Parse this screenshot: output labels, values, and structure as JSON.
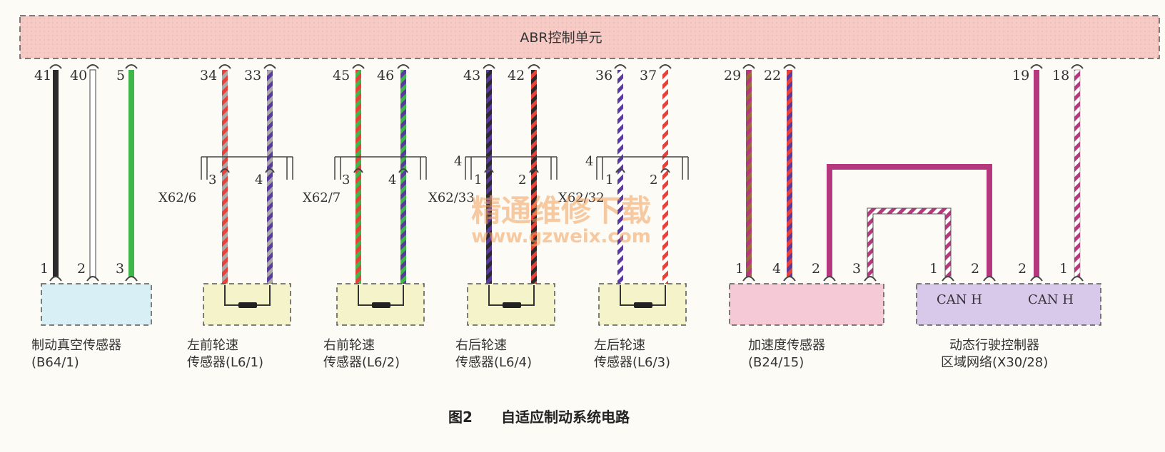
{
  "control_unit": {
    "label": "ABR控制单元"
  },
  "figure": {
    "number": "图2",
    "title": "自适应制动系统电路"
  },
  "watermark": {
    "text": "精通维修下载",
    "url": "www.gzweix.com"
  },
  "colors": {
    "unit_box": "#f6cbc6",
    "black": "#2b2b2b",
    "white": "#ffffff",
    "green": "#3fb54a",
    "red": "#e8413a",
    "purple": "#5b3aa0",
    "gray": "#a8a8a8",
    "magenta": "#b5387f",
    "brown": "#9c6b3a",
    "vacuum_box": "#d8f0f5",
    "wheel_box": "#f5f3c9",
    "accel_box": "#f5c9d5",
    "can_box": "#d8c8ea"
  },
  "pins": {
    "vacuum": [
      "41",
      "40",
      "5"
    ],
    "lf": [
      "34",
      "33"
    ],
    "rf": [
      "45",
      "46"
    ],
    "rr": [
      "43",
      "42"
    ],
    "lr": [
      "36",
      "37"
    ],
    "accel": [
      "29",
      "22"
    ],
    "can": [
      "19",
      "18"
    ]
  },
  "connectors": {
    "lf": {
      "name": "X62/6",
      "pins": [
        "3",
        "4"
      ]
    },
    "rf": {
      "name": "X62/7",
      "pins": [
        "3",
        "4"
      ]
    },
    "rr": {
      "name": "X62/33",
      "count": "4",
      "pins": [
        "1",
        "2"
      ]
    },
    "lr": {
      "name": "X62/32",
      "count": "4",
      "pins": [
        "1",
        "2"
      ]
    }
  },
  "components": {
    "vacuum": {
      "pins": [
        "1",
        "2",
        "3"
      ],
      "line1": "制动真空传感器",
      "line2": "(B64/1)"
    },
    "lf": {
      "line1": "左前轮速",
      "line2": "传感器(L6/1)"
    },
    "rf": {
      "line1": "右前轮速",
      "line2": "传感器(L6/2)"
    },
    "rr": {
      "line1": "右后轮速",
      "line2": "传感器(L6/4)"
    },
    "lr": {
      "line1": "左后轮速",
      "line2": "传感器(L6/3)"
    },
    "accel": {
      "pins": [
        "1",
        "4",
        "2",
        "3"
      ],
      "line1": "加速度传感器",
      "line2": "(B24/15)"
    },
    "can": {
      "pins": [
        "1",
        "2",
        "2",
        "1"
      ],
      "label_a": "CAN H",
      "label_b": "CAN H",
      "line1": "动态行驶控制器",
      "line2": "区域网络(X30/28)"
    }
  }
}
